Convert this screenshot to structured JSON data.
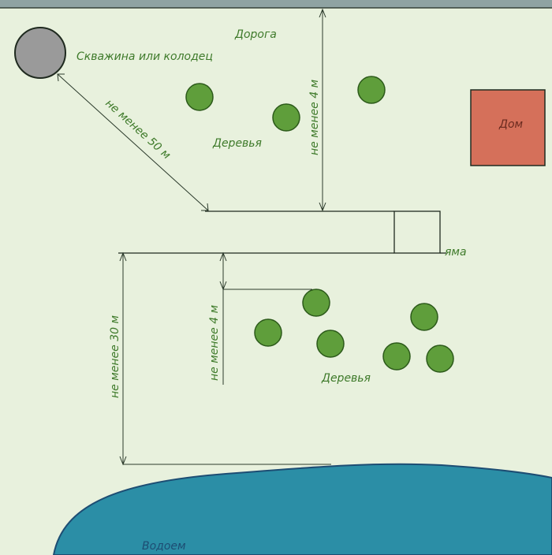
{
  "labels": {
    "road": "Дорога",
    "well": "Скважина или колодец",
    "trees_top": "Деревья",
    "trees_bottom": "Деревья",
    "house": "Дом",
    "pit": "яма",
    "water": "Водоем",
    "dist_well": "не менее 50 м",
    "dist_road": "не менее 4 м",
    "dist_trees": "не менее 4 м",
    "dist_water": "не менее 30 м"
  },
  "colors": {
    "background": "#e8f1dd",
    "road": "#8fa3a2",
    "tree_fill": "#5f9e3b",
    "tree_stroke": "#2c5a1a",
    "well_fill": "#9a9a9a",
    "house_fill": "#d5705a",
    "water_fill": "#2b8ea6"
  }
}
